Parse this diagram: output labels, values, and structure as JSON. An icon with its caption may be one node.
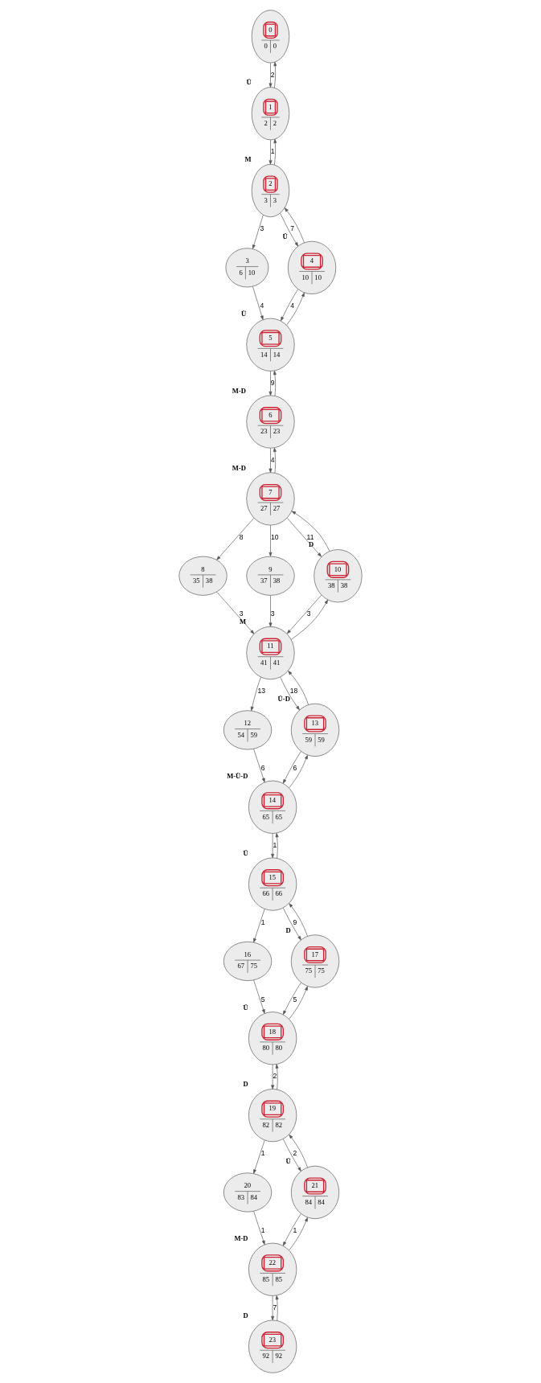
{
  "diagram": {
    "nodes": [
      {
        "text": [
          "0",
          "0",
          "0"
        ]
      },
      {
        "text": [
          "1",
          "2",
          "2"
        ],
        "beside": [
          "Ü"
        ]
      },
      {
        "text": [
          "2",
          "3",
          "3"
        ],
        "beside": [
          "M"
        ]
      },
      {
        "text": [
          "3",
          "6",
          "10"
        ]
      },
      {
        "text": [
          "4",
          "10",
          "10"
        ],
        "beside": [
          "Ü"
        ]
      },
      {
        "text": [
          "5",
          "14",
          "14"
        ],
        "beside": [
          "Ü"
        ]
      },
      {
        "text": [
          "6",
          "23",
          "23"
        ],
        "beside": [
          "M-D"
        ]
      },
      {
        "text": [
          "7",
          "27",
          "27"
        ],
        "beside": [
          "M-D"
        ]
      },
      {
        "text": [
          "8",
          "35",
          "38"
        ]
      },
      {
        "text": [
          "9",
          "37",
          "38"
        ]
      },
      {
        "text": [
          "10",
          "38",
          "38"
        ],
        "beside": [
          "D"
        ]
      },
      {
        "text": [
          "11",
          "41",
          "41"
        ],
        "beside": [
          "M"
        ]
      },
      {
        "text": [
          "12",
          "54",
          "59"
        ]
      },
      {
        "text": [
          "13",
          "59",
          "59"
        ],
        "beside": [
          "Ü-D"
        ]
      },
      {
        "text": [
          "14",
          "65",
          "65"
        ],
        "beside": [
          "M-Ü-D"
        ]
      },
      {
        "text": [
          "15",
          "66",
          "66"
        ],
        "beside": [
          "Ü"
        ]
      },
      {
        "text": [
          "16",
          "67",
          "75"
        ]
      },
      {
        "text": [
          "17",
          "75",
          "75"
        ],
        "beside": [
          "D"
        ]
      },
      {
        "text": [
          "18",
          "80",
          "80"
        ],
        "beside": [
          "Ü"
        ]
      },
      {
        "text": [
          "19",
          "82",
          "82"
        ],
        "beside": [
          "D"
        ]
      },
      {
        "text": [
          "20",
          "83",
          "84"
        ]
      },
      {
        "text": [
          "21",
          "84",
          "84"
        ],
        "beside": [
          "Ü"
        ]
      },
      {
        "text": [
          "22",
          "85",
          "85"
        ],
        "beside": [
          "M-D"
        ]
      },
      {
        "text": [
          "23",
          "92",
          "92"
        ],
        "beside": [
          "D"
        ]
      }
    ],
    "edges": [
      {
        "from": 0,
        "to": 1,
        "arrow": "to",
        "label": "2"
      },
      {
        "from": 1,
        "to": 0,
        "arrow": "to"
      },
      {
        "from": 1,
        "to": 2,
        "arrow": "to",
        "label": "1"
      },
      {
        "from": 2,
        "to": 1,
        "arrow": "to"
      },
      {
        "from": 2,
        "to": 4,
        "arrow": "to",
        "label": "7"
      },
      {
        "from": 4,
        "to": 2,
        "arrow": "to"
      },
      {
        "from": 2,
        "to": 3,
        "arrow": "to",
        "label": "3"
      },
      {
        "from": 4,
        "to": 5,
        "arrow": "to",
        "label": "4"
      },
      {
        "from": 5,
        "to": 4,
        "arrow": "to"
      },
      {
        "from": 3,
        "to": 5,
        "arrow": "to",
        "label": "4"
      },
      {
        "from": 5,
        "to": 6,
        "arrow": "to",
        "label": "9"
      },
      {
        "from": 6,
        "to": 5,
        "arrow": "to"
      },
      {
        "from": 6,
        "to": 7,
        "arrow": "to",
        "label": "4"
      },
      {
        "from": 7,
        "to": 6,
        "arrow": "to"
      },
      {
        "from": 7,
        "to": 10,
        "arrow": "to",
        "label": "11"
      },
      {
        "from": 10,
        "to": 7,
        "arrow": "to"
      },
      {
        "from": 7,
        "to": 9,
        "arrow": "to",
        "label": "10"
      },
      {
        "from": 7,
        "to": 8,
        "arrow": "to",
        "label": "8"
      },
      {
        "from": 10,
        "to": 11,
        "arrow": "to",
        "label": "3"
      },
      {
        "from": 11,
        "to": 10,
        "arrow": "to"
      },
      {
        "from": 9,
        "to": 11,
        "arrow": "to",
        "label": "3"
      },
      {
        "from": 8,
        "to": 11,
        "arrow": "to",
        "label": "3"
      },
      {
        "from": 11,
        "to": 13,
        "arrow": "to",
        "label": "18"
      },
      {
        "from": 13,
        "to": 11,
        "arrow": "to"
      },
      {
        "from": 11,
        "to": 12,
        "arrow": "to",
        "label": "13"
      },
      {
        "from": 13,
        "to": 14,
        "arrow": "to",
        "label": "6"
      },
      {
        "from": 14,
        "to": 13,
        "arrow": "to"
      },
      {
        "from": 12,
        "to": 14,
        "arrow": "to",
        "label": "6"
      },
      {
        "from": 14,
        "to": 15,
        "arrow": "to",
        "label": "1"
      },
      {
        "from": 15,
        "to": 14,
        "arrow": "to"
      },
      {
        "from": 15,
        "to": 17,
        "arrow": "to",
        "label": "9"
      },
      {
        "from": 17,
        "to": 15,
        "arrow": "to"
      },
      {
        "from": 15,
        "to": 16,
        "arrow": "to",
        "label": "1"
      },
      {
        "from": 17,
        "to": 18,
        "arrow": "to",
        "label": "5"
      },
      {
        "from": 18,
        "to": 17,
        "arrow": "to"
      },
      {
        "from": 16,
        "to": 18,
        "arrow": "to",
        "label": "5"
      },
      {
        "from": 18,
        "to": 19,
        "arrow": "to",
        "label": "2"
      },
      {
        "from": 19,
        "to": 18,
        "arrow": "to"
      },
      {
        "from": 19,
        "to": 21,
        "arrow": "to",
        "label": "2"
      },
      {
        "from": 21,
        "to": 19,
        "arrow": "to"
      },
      {
        "from": 19,
        "to": 20,
        "arrow": "to",
        "label": "1"
      },
      {
        "from": 21,
        "to": 22,
        "arrow": "to",
        "label": "1"
      },
      {
        "from": 22,
        "to": 21,
        "arrow": "to"
      },
      {
        "from": 20,
        "to": 22,
        "arrow": "to",
        "label": "1"
      },
      {
        "from": 22,
        "to": 23,
        "arrow": "to",
        "label": "7"
      },
      {
        "from": 23,
        "to": 22,
        "arrow": "to"
      }
    ]
  }
}
